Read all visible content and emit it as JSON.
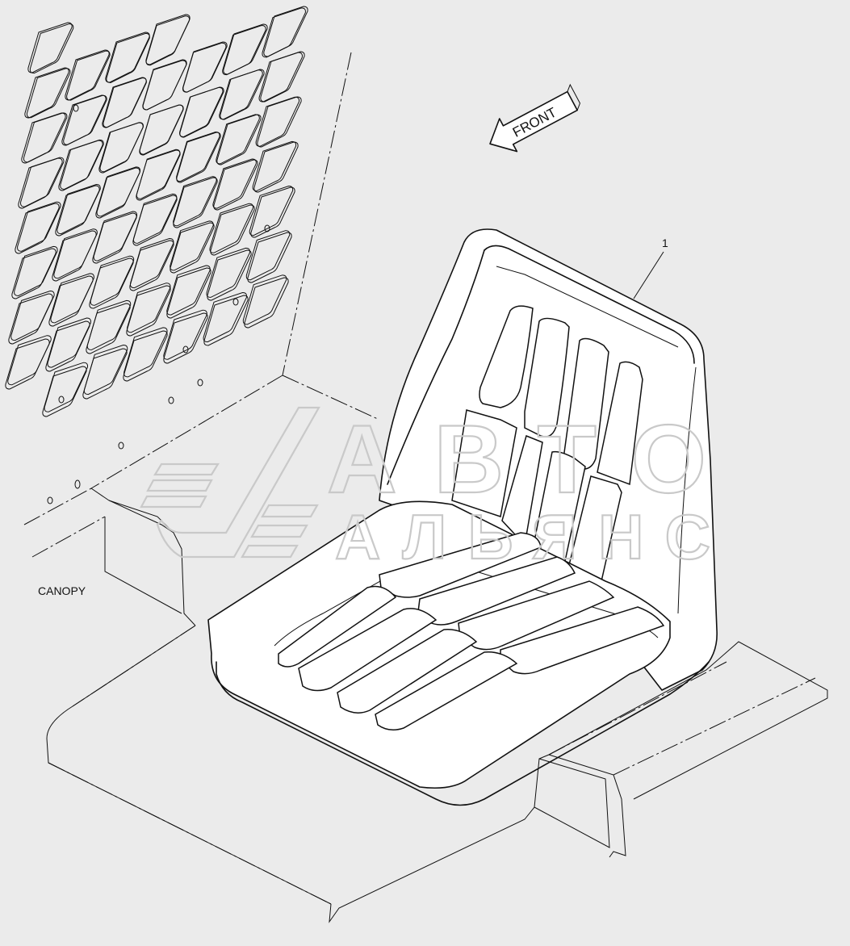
{
  "labels": {
    "front_arrow": "FRONT",
    "canopy": "CANOPY",
    "callout_1": "1"
  },
  "watermark": {
    "line1": "АВТО",
    "line2": "АЛЬЯНС"
  },
  "colors": {
    "background": "#ebebeb",
    "line": "#111111",
    "watermark": "#c9c9c9"
  }
}
